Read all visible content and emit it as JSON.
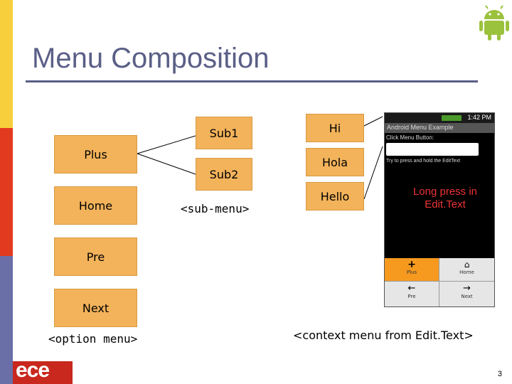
{
  "slide": {
    "title": "Menu Composition",
    "page_number": "3",
    "accent_colors": {
      "title": "#5a5f86",
      "menu_box": "#f3b35b",
      "stripe_top": "#f7cf3c",
      "stripe_mid": "#e23a1f",
      "stripe_bottom": "#6b6fa7",
      "arrow": "#cc0000"
    }
  },
  "option_menu": {
    "items": [
      "Plus",
      "Home",
      "Pre",
      "Next"
    ],
    "caption": "<option menu>"
  },
  "sub_menu": {
    "items": [
      "Sub1",
      "Sub2"
    ],
    "caption": "<sub-menu>"
  },
  "context_menu": {
    "items": [
      "Hi",
      "Hola",
      "Hello"
    ],
    "caption": "<context menu from Edit.Text>"
  },
  "phone": {
    "status_time": "1:42 PM",
    "app_title": "Android Menu Example",
    "text1": "Click Menu Button:",
    "text2": "Try to press and hold the EditText",
    "annotation": "Long press in Edit.Text",
    "menu_buttons": [
      "Plus",
      "Home",
      "Pre",
      "Next"
    ]
  },
  "logos": {
    "android_icon": "android-robot-icon",
    "ece_text": "ece"
  }
}
